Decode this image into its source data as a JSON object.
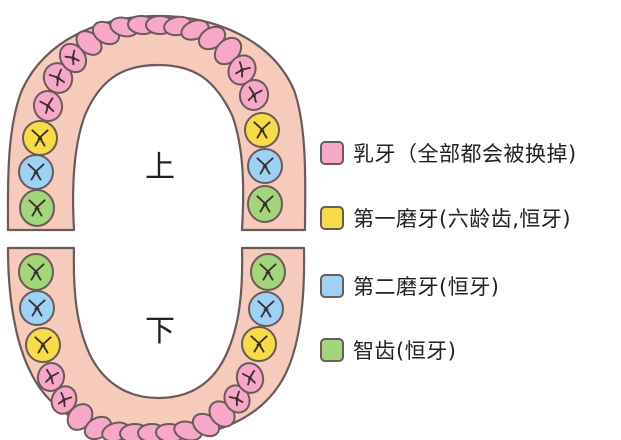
{
  "labels": {
    "upper": "上",
    "lower": "下"
  },
  "colors": {
    "gum": "#f7cbbb",
    "outline": "#6b5a5a",
    "primary": "#f7a7c7",
    "first_molar": "#f7dc45",
    "second_molar": "#9bd2f5",
    "wisdom": "#a1d67a"
  },
  "legend": [
    {
      "label": "乳牙（全部都会被换掉)",
      "color": "#f7a7c7"
    },
    {
      "label": "第一磨牙(六龄齿,恒牙)",
      "color": "#f7dc45"
    },
    {
      "label": "第二磨牙(恒牙)",
      "color": "#9bd2f5"
    },
    {
      "label": "智齿(恒牙)",
      "color": "#a1d67a"
    }
  ]
}
